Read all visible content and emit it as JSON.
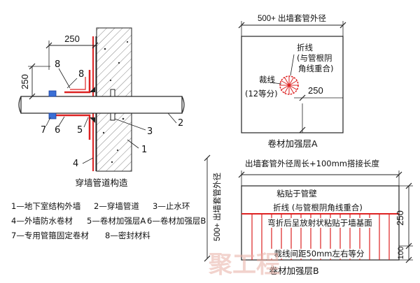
{
  "left": {
    "dim_top": "250",
    "dim_side": "250",
    "callouts": [
      "1",
      "2",
      "3",
      "4",
      "5",
      "6",
      "7",
      "8"
    ],
    "title": "穿墙管道构造",
    "legend": [
      [
        "1—地下室结构外墙",
        "2—穿墙管道",
        "3—止水环"
      ],
      [
        "4—外墙防水卷材",
        "5—卷材加强层A",
        "6—卷材加强层B"
      ],
      [
        "7—专用管箍固定卷材",
        "8—密封材料"
      ]
    ]
  },
  "layerA": {
    "dim_top": "500+ 出墙套管外径",
    "fold_label": "折线",
    "fold_note1": "(与管根阴",
    "fold_note2": "角线重合)",
    "cut_label": "裁线",
    "cut_note": "(12等分)",
    "dim_side": "250",
    "title": "卷材加强层A"
  },
  "layerB": {
    "dim_top": "出墙套管外径周长+100mm搭接长度",
    "dim_left": "500+ 出墙套管外径",
    "line1": "粘贴于管壁",
    "line2": "折线 (与管根阴角线重合)",
    "line3": "弯折后呈放射状粘贴于墙基面",
    "line4": "裁线间距50mm左右等分",
    "dim_right_a": "250",
    "dim_right_b": "100",
    "title": "卷材加强层B"
  },
  "watermark": "聚工程"
}
